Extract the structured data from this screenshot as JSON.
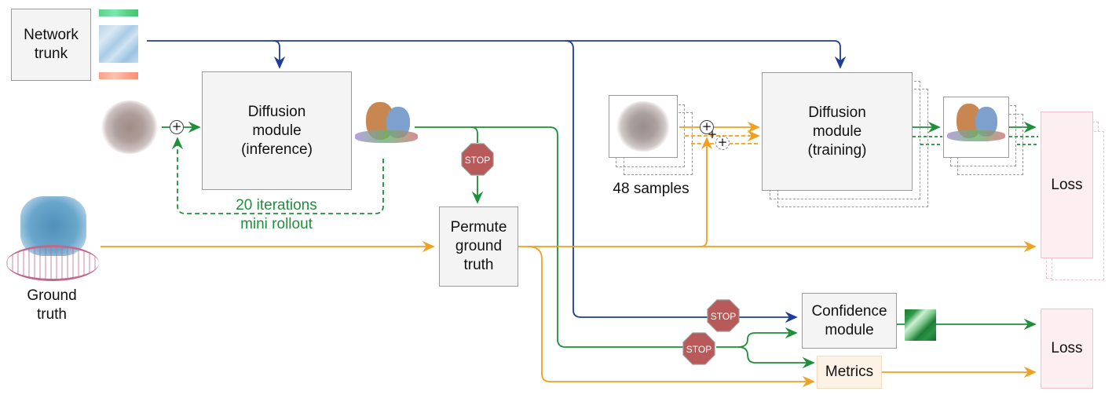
{
  "title": "Diffusion training pipeline with mini rollout and confidence module",
  "colors": {
    "trunk_line": "#1f3c96",
    "flow_green": "#1f8f3a",
    "ground_truth_orange": "#f0a020",
    "stop_sign": "#b85a5a",
    "box_fill": "#f4f4f4",
    "loss_fill": "#fdeef1",
    "metrics_fill": "#fdf2e6"
  },
  "nodes": {
    "network_trunk": "Network\ntrunk",
    "diffusion_inference": "Diffusion\nmodule\n(inference)",
    "permute_ground_truth": "Permute\nground\ntruth",
    "diffusion_training": "Diffusion\nmodule\n(training)",
    "loss_diffusion": "Loss",
    "confidence_module": "Confidence\nmodule",
    "metrics": "Metrics",
    "loss_confidence": "Loss"
  },
  "labels": {
    "ground_truth": "Ground\ntruth",
    "samples": "48 samples",
    "rollout_line1": "20 iterations",
    "rollout_line2": "mini rollout"
  },
  "icons": {
    "stop_text": "STOP",
    "plus": "+"
  }
}
